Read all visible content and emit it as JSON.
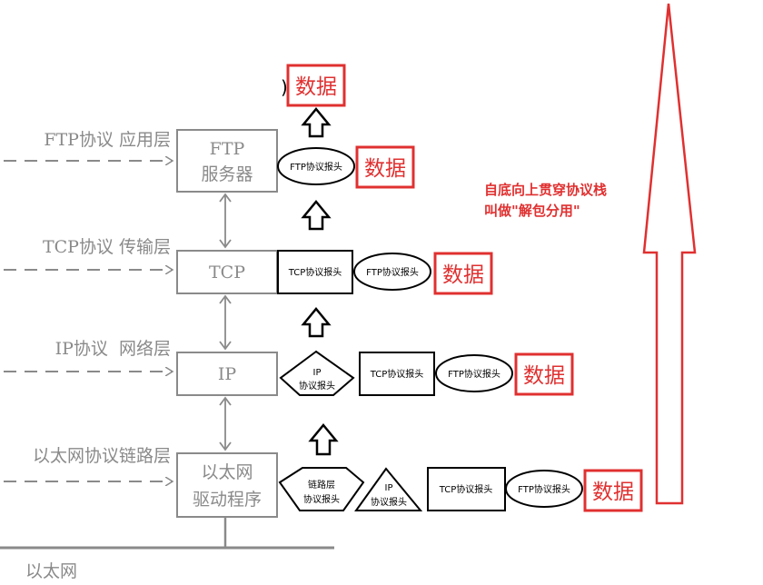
{
  "layers": [
    {
      "label": "FTP协议 应用层",
      "box": [
        "FTP",
        "服务器"
      ]
    },
    {
      "label": "TCP协议 传输层",
      "box": [
        "TCP"
      ]
    },
    {
      "label": "IP协议  网络层",
      "box": [
        "IP"
      ]
    },
    {
      "label": "以太网协议链路层",
      "box": [
        "以太网",
        "驱动程序"
      ]
    }
  ],
  "bottom_label": "以太网",
  "headers": {
    "ftp": "FTP协议报头",
    "tcp": "TCP协议报头",
    "ip": [
      "IP",
      "协议报头"
    ],
    "link": [
      "链路层",
      "协议报头"
    ]
  },
  "data_label": "数据",
  "stray_glyph": ")",
  "annotation": [
    "自底向上贯穿协议栈",
    "叫做\"解包分用\""
  ],
  "colors": {
    "red": "#e03030",
    "gray": "#8a8a8a",
    "black": "#000000"
  }
}
